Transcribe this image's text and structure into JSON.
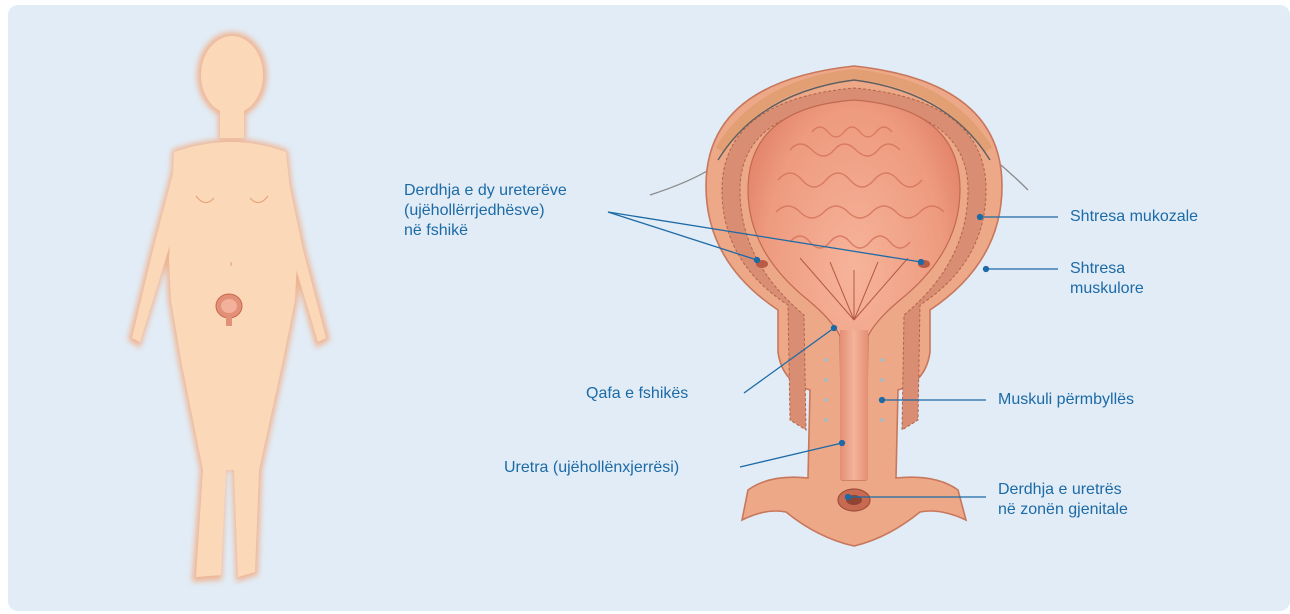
{
  "labels": {
    "ureter_openings": [
      "Derdhja e dy ureterëve",
      "(ujëhollërrjedhësve)",
      "në fshikë"
    ],
    "mucosa": [
      "Shtresa mukozale"
    ],
    "muscle_layer": [
      "Shtresa",
      "muskulore"
    ],
    "bladder_neck": [
      "Qafa e fshikës"
    ],
    "sphincter": [
      "Muskuli përmbyllës"
    ],
    "urethra": [
      "Uretra (ujëhollënxjerrësi)"
    ],
    "urethral_opening": [
      "Derdhja e uretrës",
      "në zonën gjenitale"
    ]
  },
  "colors": {
    "panel_bg": "#e1ecf6",
    "label_text": "#1c6aa6",
    "leader_line": "#1c6aa6",
    "body_fill": "#fbd9b8",
    "body_glow": "#f6b58a",
    "bladder_wall": "#e59f7a",
    "bladder_inner": "#f2a488",
    "mucosa_fold": "#d97a60"
  }
}
